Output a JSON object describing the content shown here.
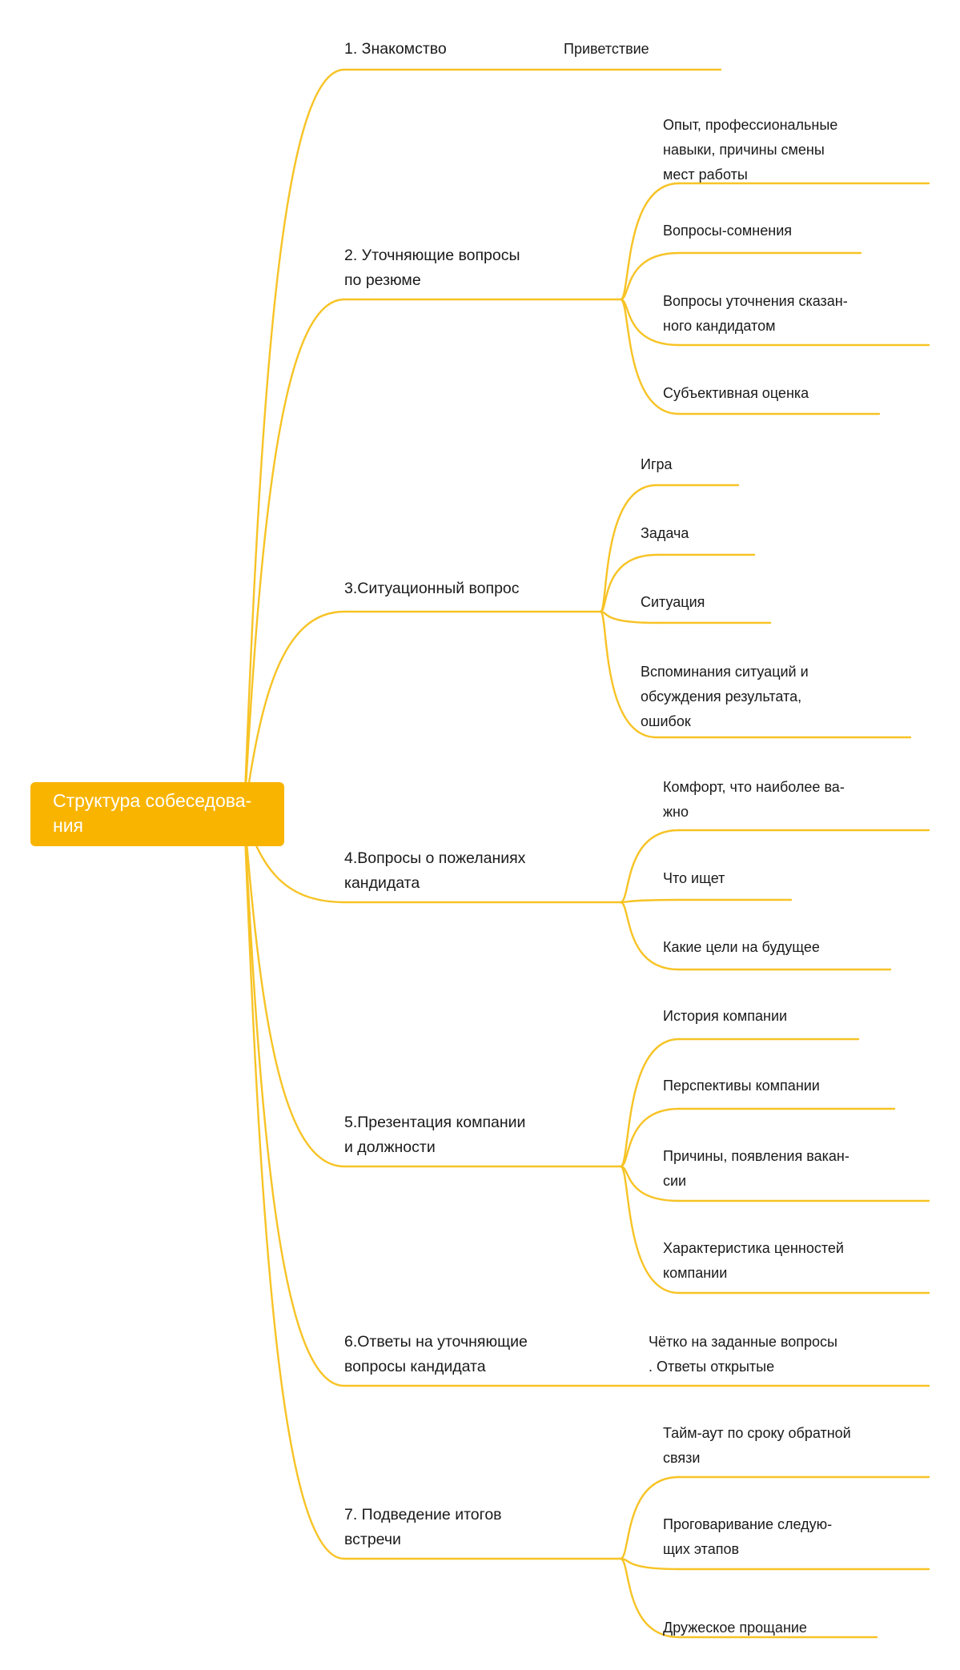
{
  "root": {
    "lines": [
      "Структура собеседова-",
      "ния"
    ]
  },
  "branches": [
    {
      "title": [
        "1. Знакомство"
      ],
      "children": [
        {
          "lines": [
            "Приветствие"
          ]
        }
      ]
    },
    {
      "title": [
        "2. Уточняющие вопросы",
        "по резюме"
      ],
      "children": [
        {
          "lines": [
            " Опыт, профессиональные",
            "навыки, причины смены",
            "мест работы"
          ]
        },
        {
          "lines": [
            "Вопросы-сомнения"
          ]
        },
        {
          "lines": [
            "Вопросы уточнения сказан-",
            "ного кандидатом"
          ]
        },
        {
          "lines": [
            "Субъективная оценка"
          ]
        }
      ]
    },
    {
      "title": [
        "3.Ситуационный вопрос"
      ],
      "children": [
        {
          "lines": [
            "Игра"
          ]
        },
        {
          "lines": [
            "Задача"
          ]
        },
        {
          "lines": [
            "Ситуация"
          ]
        },
        {
          "lines": [
            "Вспоминания ситуаций и",
            "обсуждения результата,",
            "ошибок"
          ]
        }
      ]
    },
    {
      "title": [
        "4.Вопросы о пожеланиях",
        "кандидата"
      ],
      "children": [
        {
          "lines": [
            "Комфорт, что наиболее    ва-",
            "жно"
          ]
        },
        {
          "lines": [
            "Что ищет"
          ]
        },
        {
          "lines": [
            "Какие цели на будущее"
          ]
        }
      ]
    },
    {
      "title": [
        "5.Презентация компании",
        "и должности"
      ],
      "children": [
        {
          "lines": [
            "История компании"
          ]
        },
        {
          "lines": [
            "Перспективы компании"
          ]
        },
        {
          "lines": [
            "Причины, появления вакан-",
            "сии"
          ]
        },
        {
          "lines": [
            "Характеристика ценностей",
            "компании"
          ]
        }
      ]
    },
    {
      "title": [
        "6.Ответы на уточняющие",
        "вопросы кандидата"
      ],
      "children": [
        {
          "lines": [
            "Чётко на заданные вопросы",
            ". Ответы открытые"
          ]
        }
      ]
    },
    {
      "title": [
        "7. Подведение итогов",
        "встречи"
      ],
      "children": [
        {
          "lines": [
            "Тайм-аут по сроку обратной",
            "связи"
          ]
        },
        {
          "lines": [
            "Проговаривание следую-",
            "щих этапов"
          ]
        },
        {
          "lines": [
            "Дружеское прощание"
          ]
        }
      ]
    }
  ],
  "colors": {
    "line": "#f7c325",
    "root_fill": "#f9b400",
    "root_text": "#ffffff",
    "text": "#1a1a1a"
  }
}
